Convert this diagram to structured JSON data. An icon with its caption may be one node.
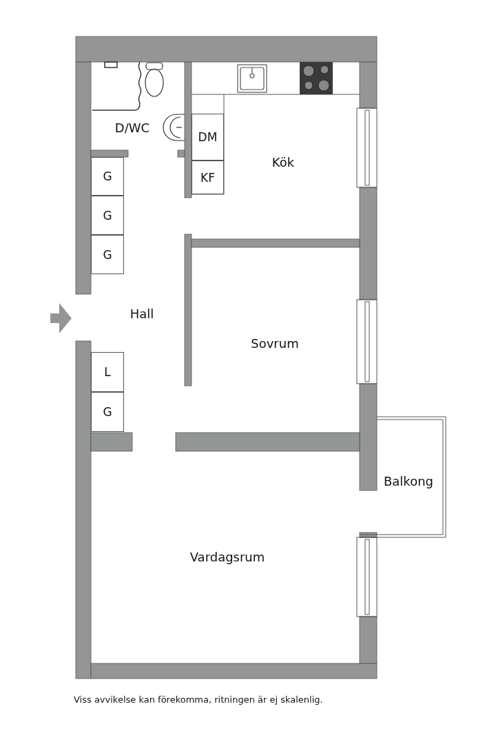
{
  "diagram": {
    "caption": "Viss avvikelse kan förekomma, ritningen är ej skalenlig.",
    "nodes": [
      {
        "text": [
          "DM"
        ]
      },
      {
        "text": [
          "G"
        ]
      },
      {
        "text": [
          "KF"
        ]
      },
      {
        "text": [
          "G"
        ]
      },
      {
        "text": [
          "G"
        ]
      },
      {
        "text": [
          "L"
        ]
      },
      {
        "text": [
          "G"
        ]
      }
    ],
    "edges": [],
    "labels": [
      "D/WC",
      "Kök",
      "Hall",
      "Sovrum",
      "Balkong",
      "Vardagsrum"
    ]
  }
}
